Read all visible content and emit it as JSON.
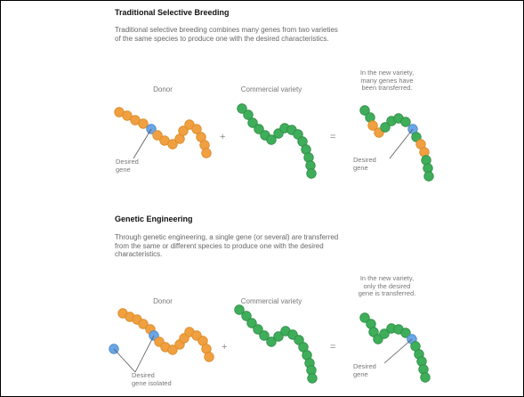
{
  "sections": {
    "traditional": {
      "heading": "Traditional Selective Breeding",
      "description": "Traditional selective breeding combines many genes from two varieties\nof the same species to produce one with the desired characteristics.",
      "donor_label": "Donor",
      "commercial_label": "Commercial variety",
      "result_note": "In the new variety,\nmany genes have\nbeen transferred.",
      "callout_left": "Desired\ngene",
      "callout_right": "Desired\ngene",
      "plus": "+",
      "equals": "="
    },
    "genetic": {
      "heading": "Genetic Engineering",
      "description": "Through genetic engineering, a single gene (or several) are transferred\nfrom the same or different species to produce one with the desired\ncharacteristics.",
      "donor_label": "Donor",
      "commercial_label": "Commercial variety",
      "result_note": "In the new variety,\nonly the desired\ngene is transferred.",
      "callout_left": "Desired\ngene isolated",
      "callout_right": "Desired\ngene",
      "plus": "+",
      "equals": "="
    }
  },
  "colors": {
    "donor_gene": "#f0a040",
    "donor_gene_edge": "#d98a28",
    "commercial_gene": "#3fae5a",
    "commercial_gene_edge": "#2e8c45",
    "desired_gene": "#6aa6e6",
    "desired_gene_edge": "#4a86c6",
    "callout_line": "#555555"
  }
}
